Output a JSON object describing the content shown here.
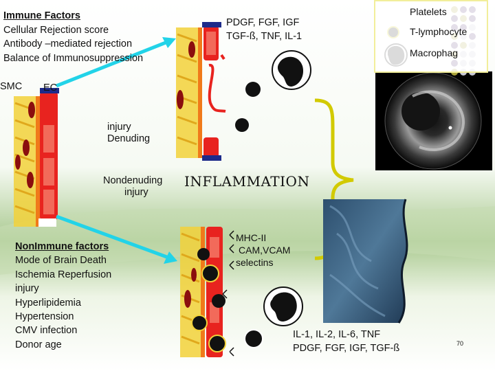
{
  "colors": {
    "accent_cyan": "#22d3e8",
    "bracket_yellow": "#d2ca00",
    "vessel_red": "#e8231f",
    "cell_yellow": "#f2d13a",
    "nucleus_darkred": "#8b0e0e",
    "ec_blue": "#1d2a8a",
    "legend_purple": "#4e2a6e",
    "legend_olive": "#a8a23a",
    "legend_grey": "#c9c9d4"
  },
  "immune": {
    "title": "Immune Factors",
    "items": [
      "Cellular Rejection score",
      "Antibody –mediated rejection",
      "Balance of Immunosuppression"
    ]
  },
  "labels": {
    "smc": "SMC",
    "ec": "EC",
    "injury_line1": "injury",
    "injury_line2": "Denuding",
    "nondenuding_line1": "Nondenuding",
    "nondenuding_line2": "injury",
    "inflammation": "INFLAMMATION"
  },
  "growth_factors": {
    "line1": "PDGF, FGF, IGF",
    "line2": "TGF-ß, TNF, IL-1"
  },
  "legend": {
    "platelets": "Platelets",
    "t_lymphocyte": "T-lymphocyte",
    "macrophage": "Macrophag"
  },
  "nonimmune": {
    "title": "NonImmune factors",
    "items": [
      "Mode of Brain Death",
      "Ischemia Reperfusion",
      "injury",
      "Hyperlipidemia",
      "Hypertension",
      "CMV infection",
      "Donor age"
    ]
  },
  "adhesion": {
    "items": [
      "MHC-II",
      "CAM,VCAM",
      "selectins"
    ]
  },
  "cytokines": {
    "line1": "IL-1, IL-2, IL-6, TNF",
    "line2": "PDGF, FGF, IGF, TGF-ß"
  },
  "page_number": "70"
}
